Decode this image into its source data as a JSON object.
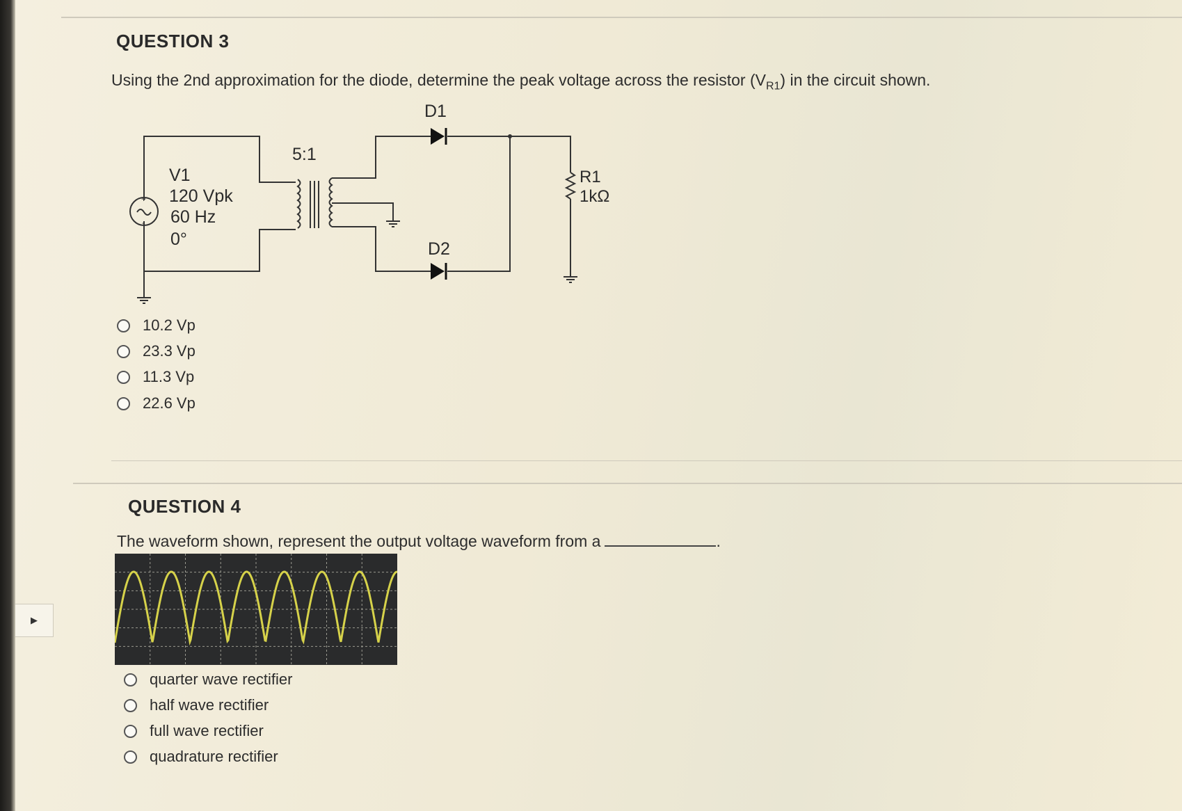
{
  "question3": {
    "title": "QUESTION 3",
    "prompt": "Using the 2nd approximation for the diode, determine the peak voltage across the resistor (V",
    "prompt_sub": "R1",
    "prompt_end": ") in the circuit shown.",
    "circuit": {
      "source_name": "V1",
      "source_peak": "120 Vpk",
      "source_freq": "60 Hz",
      "source_phase": "0°",
      "transformer_ratio": "5:1",
      "diode1": "D1",
      "diode2": "D2",
      "resistor_name": "R1",
      "resistor_value": "1kΩ"
    },
    "choices": [
      "10.2 Vp",
      "23.3 Vp",
      "11.3 Vp",
      "22.6 Vp"
    ]
  },
  "question4": {
    "title": "QUESTION 4",
    "prompt": "The waveform shown, represent the output voltage waveform from a",
    "prompt_end": ".",
    "waveform": {
      "trace_color": "#d6d24a",
      "background": "#2a2b2c",
      "cycles_shown": 7.5
    },
    "choices": [
      "quarter wave rectifier",
      "half wave rectifier",
      "full wave rectifier",
      "quadrature rectifier"
    ]
  },
  "side_tab_icon": "play-arrow-icon"
}
